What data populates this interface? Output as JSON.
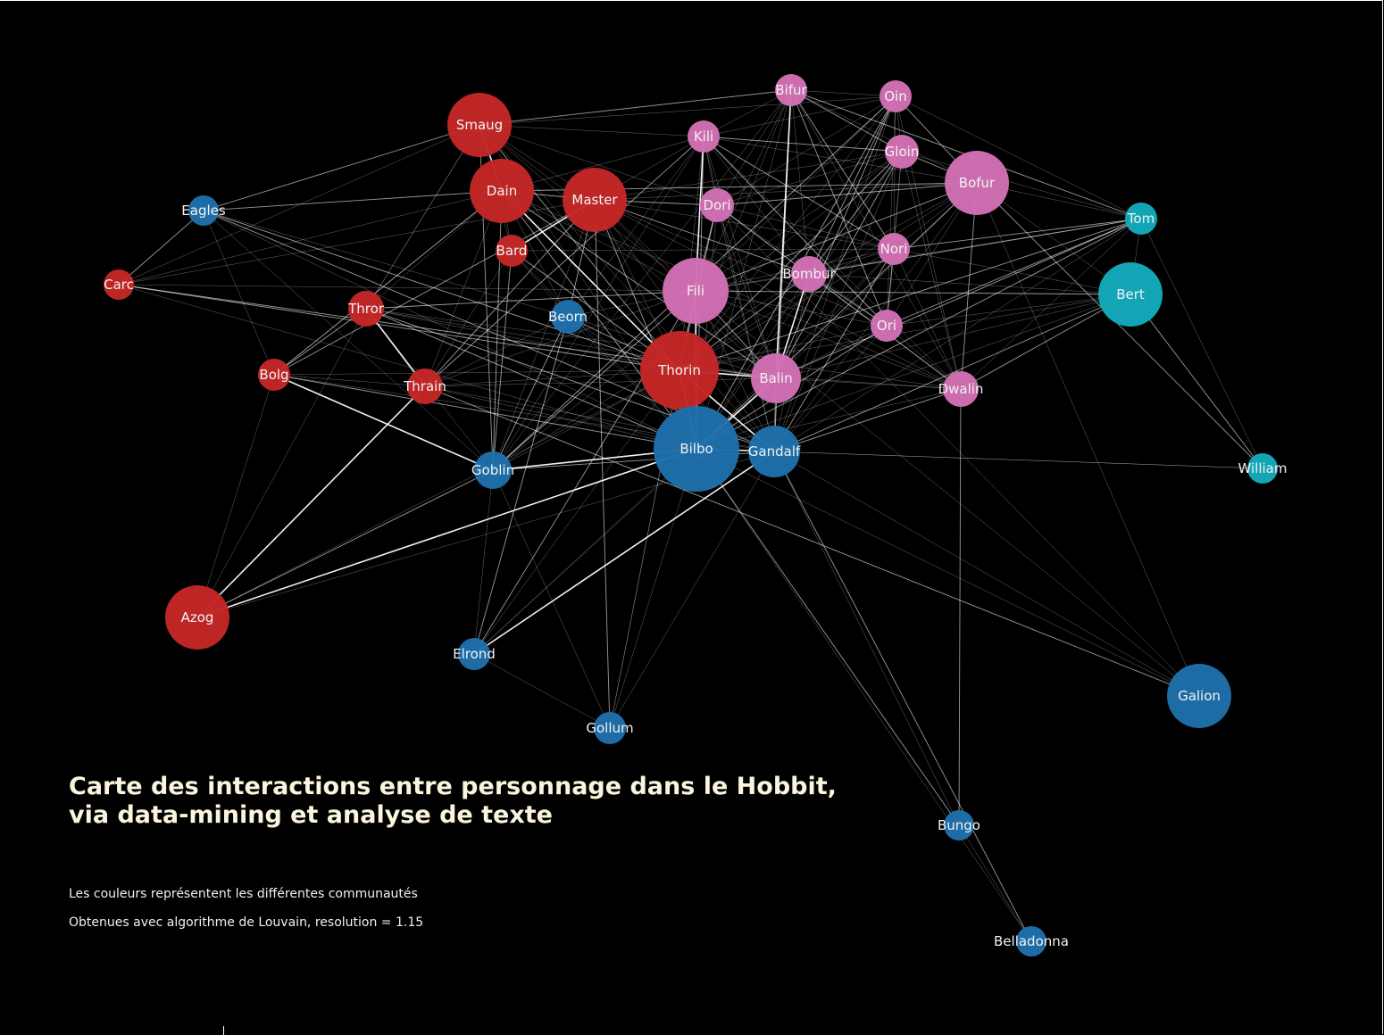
{
  "title": {
    "line1": "Carte des interactions entre personnage dans le Hobbit,",
    "line2": "via data-mining et analyse de texte"
  },
  "notes": {
    "line1": "Les couleurs représentent les différentes communautés",
    "line2": "Obtenues avec algorithme de Louvain, resolution = 1.15"
  },
  "colors": {
    "background": "#000000",
    "community_red": "#c42626",
    "community_blue": "#1f6fab",
    "community_pink": "#d16fb4",
    "community_cyan": "#14a9bb",
    "edge": "#ffffff",
    "title": "#faf5dc"
  },
  "graph": {
    "communities": [
      "red",
      "blue",
      "pink",
      "cyan"
    ],
    "nodes": [
      {
        "name": "Smaug",
        "community": "red"
      },
      {
        "name": "Dain",
        "community": "red"
      },
      {
        "name": "Master",
        "community": "red"
      },
      {
        "name": "Bard",
        "community": "red"
      },
      {
        "name": "Carc",
        "community": "red"
      },
      {
        "name": "Thror",
        "community": "red"
      },
      {
        "name": "Bolg",
        "community": "red"
      },
      {
        "name": "Thrain",
        "community": "red"
      },
      {
        "name": "Thorin",
        "community": "red"
      },
      {
        "name": "Azog",
        "community": "red"
      },
      {
        "name": "Eagles",
        "community": "blue"
      },
      {
        "name": "Beorn",
        "community": "blue"
      },
      {
        "name": "Goblin",
        "community": "blue"
      },
      {
        "name": "Bilbo",
        "community": "blue"
      },
      {
        "name": "Gandalf",
        "community": "blue"
      },
      {
        "name": "Elrond",
        "community": "blue"
      },
      {
        "name": "Gollum",
        "community": "blue"
      },
      {
        "name": "Galion",
        "community": "blue"
      },
      {
        "name": "Bungo",
        "community": "blue"
      },
      {
        "name": "Belladonna",
        "community": "blue"
      },
      {
        "name": "Bifur",
        "community": "pink"
      },
      {
        "name": "Oin",
        "community": "pink"
      },
      {
        "name": "Kili",
        "community": "pink"
      },
      {
        "name": "Gloin",
        "community": "pink"
      },
      {
        "name": "Bofur",
        "community": "pink"
      },
      {
        "name": "Dori",
        "community": "pink"
      },
      {
        "name": "Nori",
        "community": "pink"
      },
      {
        "name": "Bombur",
        "community": "pink"
      },
      {
        "name": "Fili",
        "community": "pink"
      },
      {
        "name": "Ori",
        "community": "pink"
      },
      {
        "name": "Balin",
        "community": "pink"
      },
      {
        "name": "Dwalin",
        "community": "pink"
      },
      {
        "name": "Tom",
        "community": "cyan"
      },
      {
        "name": "Bert",
        "community": "cyan"
      },
      {
        "name": "William",
        "community": "cyan"
      }
    ]
  }
}
